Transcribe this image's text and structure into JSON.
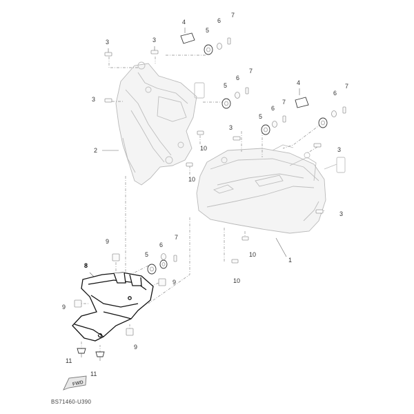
{
  "diagram": {
    "reference_code": "BS71460-U390",
    "fwd_label": "FWD",
    "callouts": {
      "c1": "1",
      "c2": "2",
      "c3a": "3",
      "c3b": "3",
      "c3c": "3",
      "c3d": "3",
      "c3e": "3",
      "c3f": "3",
      "c4a": "4",
      "c4b": "4",
      "c5a": "5",
      "c5b": "5",
      "c5c": "5",
      "c5d": "5",
      "c6a": "6",
      "c6b": "6",
      "c6c": "6",
      "c6d": "6",
      "c6e": "6",
      "c7a": "7",
      "c7b": "7",
      "c7c": "7",
      "c7d": "7",
      "c7e": "7",
      "c8": "8",
      "c9a": "9",
      "c9b": "9",
      "c9c": "9",
      "c9d": "9",
      "c10a": "10",
      "c10b": "10",
      "c10c": "10",
      "c10d": "10",
      "c11a": "11",
      "c11b": "11"
    }
  }
}
